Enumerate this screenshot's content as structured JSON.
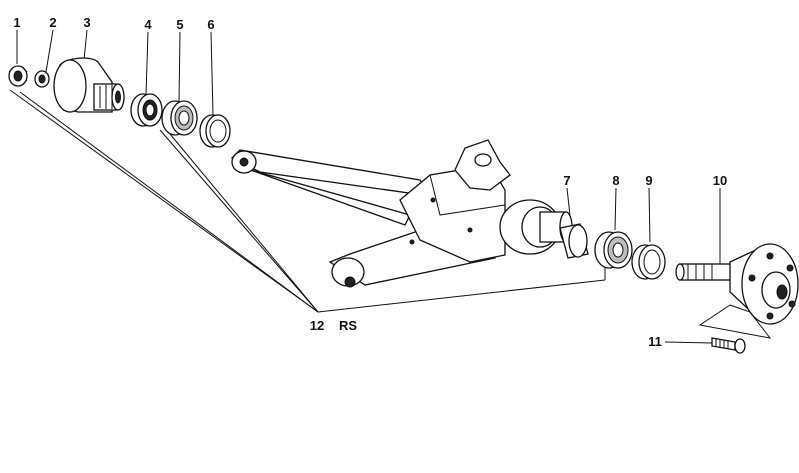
{
  "labels": {
    "p1": "1",
    "p2": "2",
    "p3": "3",
    "p4": "4",
    "p5": "5",
    "p6": "6",
    "p7": "7",
    "p8": "8",
    "p9": "9",
    "p10": "10",
    "p11": "11",
    "p12": "12",
    "rs": "RS"
  },
  "colors": {
    "ink": "#111111",
    "background": "#ffffff",
    "shade": "#bdbdbd"
  }
}
